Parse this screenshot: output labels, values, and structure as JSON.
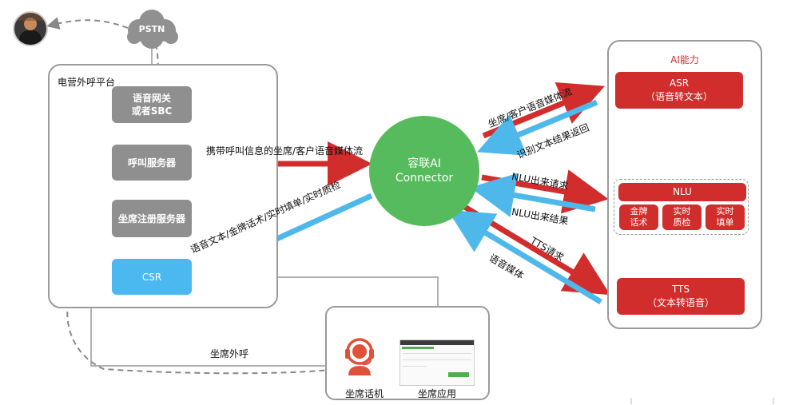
{
  "pstn": {
    "label": "PSTN"
  },
  "platform": {
    "title": "电营外呼平台",
    "gateway": "语音网关\n或者SBC",
    "call_server": "呼叫服务器",
    "agent_reg": "坐席注册服务器",
    "csr": "CSR"
  },
  "connector": {
    "label": "容联AI\nConnector"
  },
  "ai": {
    "title": "AI能力",
    "asr": "ASR\n（语音转文本）",
    "nlu": "NLU",
    "nlu_sub": [
      "金牌\n话术",
      "实时\n质检",
      "实时\n填单"
    ],
    "tts": "TTS\n（文本转语音）"
  },
  "flows": {
    "call_to_connector": "携带呼叫信息的坐席/客户语音媒体流",
    "connector_to_csr": "语音文本/金牌话术/实时填单/实时质检",
    "to_asr": "坐席/客户语音媒体流",
    "from_asr": "识别文本结果返回",
    "to_nlu": "NLU出来请求",
    "from_nlu": "NLU出来结果",
    "to_tts": "TTS请求",
    "from_tts": "语音媒体"
  },
  "agent": {
    "outbound": "坐席外呼",
    "phone": "坐席话机",
    "app": "坐席应用"
  },
  "colors": {
    "red": "#d22d2d",
    "blue": "#4fb8ea",
    "green": "#56bb5c",
    "gray": "#8f8f8f",
    "light_blue_box": "#4bb8f0"
  }
}
